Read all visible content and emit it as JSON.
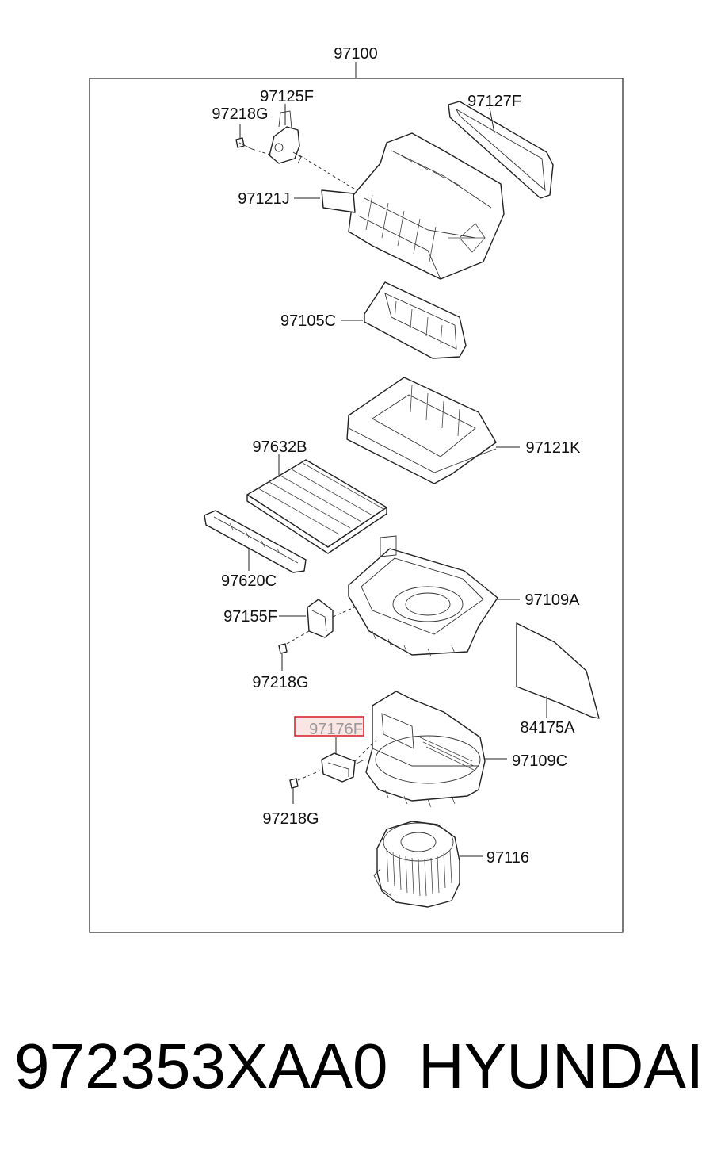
{
  "diagram": {
    "assembly_label": "97100",
    "highlight_color": "#d9262b",
    "labels": {
      "p97125F": "97125F",
      "p97218G_top": "97218G",
      "p97127F": "97127F",
      "p97121J": "97121J",
      "p97105C": "97105C",
      "p97632B": "97632B",
      "p97121K": "97121K",
      "p97620C": "97620C",
      "p97109A": "97109A",
      "p97155F": "97155F",
      "p97218G_mid": "97218G",
      "p84175A": "84175A",
      "p97176F": "97176F",
      "p97109C": "97109C",
      "p97218G_bot": "97218G",
      "p97116": "97116"
    }
  },
  "footer": {
    "part_number": "972353XAA0",
    "brand": "HYUNDAI"
  }
}
